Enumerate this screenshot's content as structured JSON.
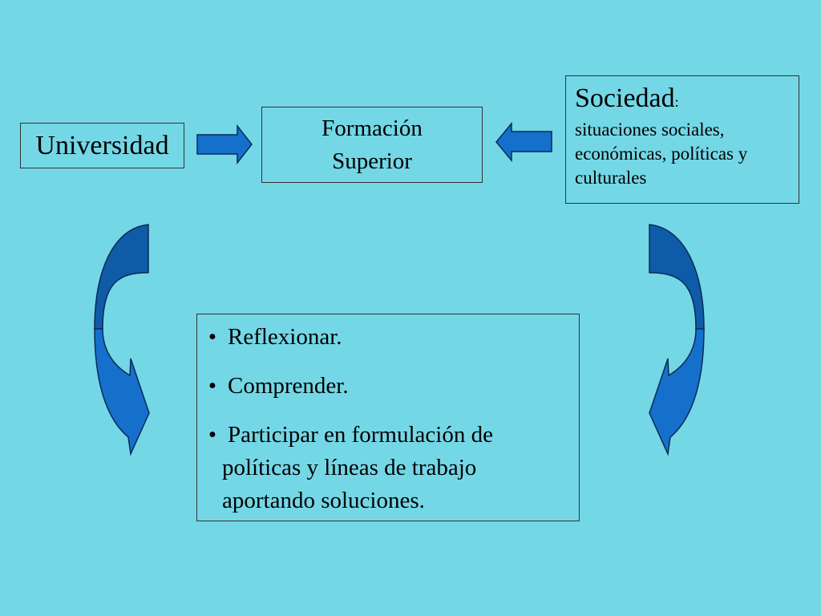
{
  "nodes": {
    "universidad": "Universidad",
    "formacion_line1": "Formación",
    "formacion_line2": "Superior",
    "sociedad_title": "Sociedad",
    "sociedad_colon": ":",
    "sociedad_desc": "situaciones sociales, económicas, políticas y culturales"
  },
  "acciones": [
    "Reflexionar.",
    "Comprender.",
    "Participar en formulación de políticas y líneas de trabajo aportando soluciones."
  ],
  "colors": {
    "background": "#74D7E6",
    "arrow_fill": "#1570CC",
    "arrow_dark": "#0E5CA8",
    "arrow_stroke": "#0A2A55"
  }
}
